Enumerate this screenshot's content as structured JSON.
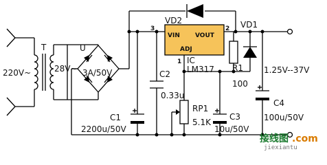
{
  "diagram": {
    "labels": {
      "input_voltage": "220V~",
      "transformer": "T",
      "secondary_voltage": "28V~",
      "rectifier": "U",
      "rectifier_rating": "3A/50V",
      "c1": "C1",
      "c1_value": "2200u/50V",
      "c2": "C2",
      "c2_value": "0.33u",
      "vd2": "VD2",
      "vd1": "VD1",
      "ic": "IC",
      "ic_part": "LM317",
      "pin3": "3",
      "pin2": "2",
      "pin1": "1",
      "vin": "VIN",
      "vout": "VOUT",
      "adj": "ADJ",
      "r1": "R1",
      "r1_value": "100",
      "rp1": "RP1",
      "rp1_value": "5.1K",
      "c3": "C3",
      "c3_value": "10u/50V",
      "c4": "C4",
      "c4_value": "100u/50V",
      "output_range": "1.25V--37V"
    },
    "watermark": {
      "brand": "接线图",
      "tld": ".com",
      "domain": "jiexiantu"
    }
  }
}
